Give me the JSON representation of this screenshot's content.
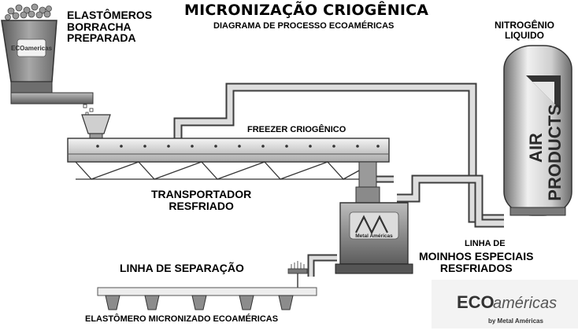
{
  "header": {
    "title": "MICRONIZAÇÃO CRIOGÊNICA",
    "subtitle": "DIAGRAMA DE PROCESSO ECOAMÉRICAS"
  },
  "labels": {
    "elastomeros_line1": "ELASTÔMEROS",
    "elastomeros_line2": "BORRACHA",
    "elastomeros_line3": "PREPARADA",
    "nitrogenio_line1": "NITROGÊNIO",
    "nitrogenio_line2": "LIQUIDO",
    "freezer": "FREEZER CRIOGÊNICO",
    "transportador_line1": "TRANSPORTADOR",
    "transportador_line2": "RESFRIADO",
    "linha_de": "LINHA DE",
    "moinhos_line1": "MOINHOS ESPECIAIS",
    "moinhos_line2": "RESFRIADOS",
    "separacao": "LINHA DE SEPARAÇÃO",
    "micronizado": "ELASTÔMERO MICRONIZADO ECOAMÉRICAS"
  },
  "logos": {
    "hopper_brand": "ECOamericas",
    "tank_brand_line1": "AIR",
    "tank_brand_line2": "PRODUCTS",
    "mill_brand": "Metal Américas",
    "footer_brand_eco": "ECO",
    "footer_brand_americas": "américas",
    "footer_brand_by": "by Metal Américas"
  },
  "colors": {
    "pipe": "#d9d9d9",
    "pipe_outline": "#444444",
    "equipment": "#8a8a8a",
    "equipment_dark": "#3a3a3a",
    "tank_light": "#e6e6e6",
    "tank_dark": "#7a7a7a"
  }
}
